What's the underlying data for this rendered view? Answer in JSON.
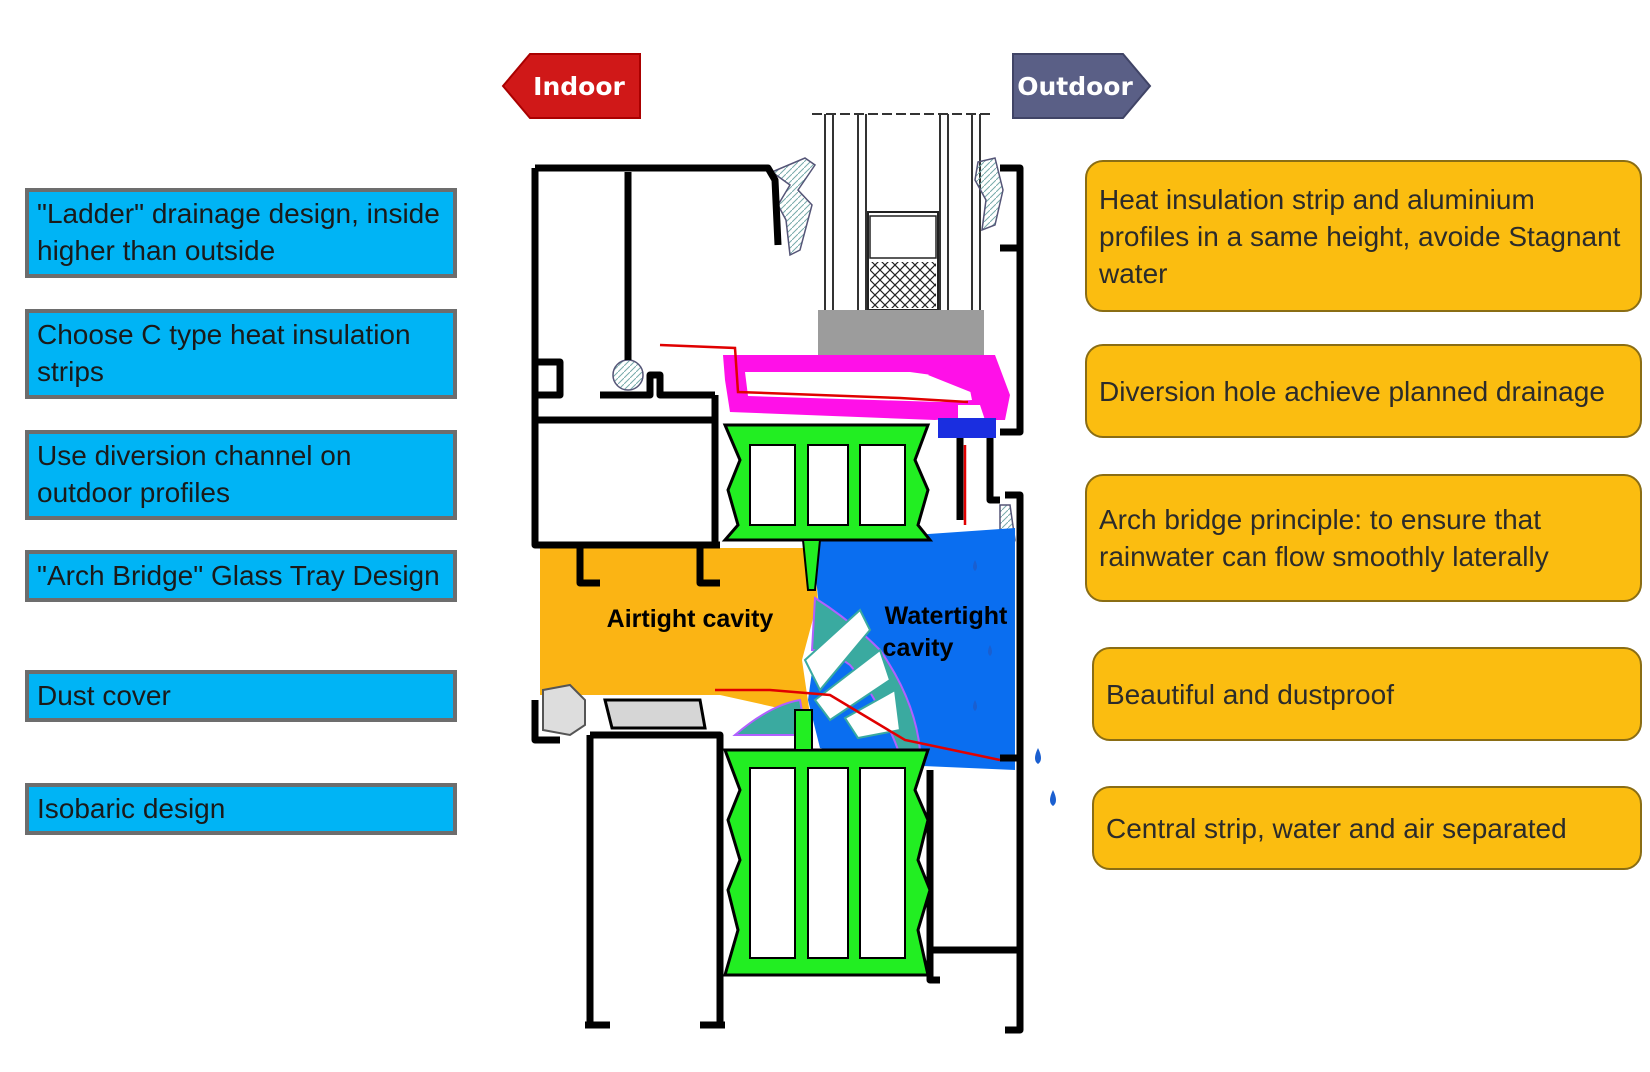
{
  "direction_labels": {
    "indoor": "Indoor",
    "outdoor": "Outdoor"
  },
  "cavity_labels": {
    "airtight": "Airtight cavity",
    "watertight_line1": "Watertight",
    "watertight_line2": "cavity"
  },
  "left_features": [
    "\"Ladder\" drainage design, inside higher than outside",
    "Choose C type heat insulation strips",
    "Use diversion channel on outdoor profiles",
    "\"Arch Bridge\" Glass Tray Design",
    "Dust cover",
    "Isobaric design"
  ],
  "right_features": [
    "Heat insulation strip and aluminium profiles in a same height, avoide Stagnant water",
    "Diversion hole achieve planned drainage",
    "Arch bridge principle: to ensure that rainwater can flow smoothly laterally",
    "Beautiful and dustproof",
    "Central strip, water and air separated"
  ],
  "colors": {
    "indoor_arrow": "#d01818",
    "outdoor_arrow": "#5a5f86",
    "left_box": "#00b4f5",
    "right_box": "#fbbd10",
    "airtight_cavity": "#fbb414",
    "watertight_cavity": "#0a6ef0",
    "insulation_strip": "#22ee22",
    "glass_tray": "#ff10e8"
  }
}
